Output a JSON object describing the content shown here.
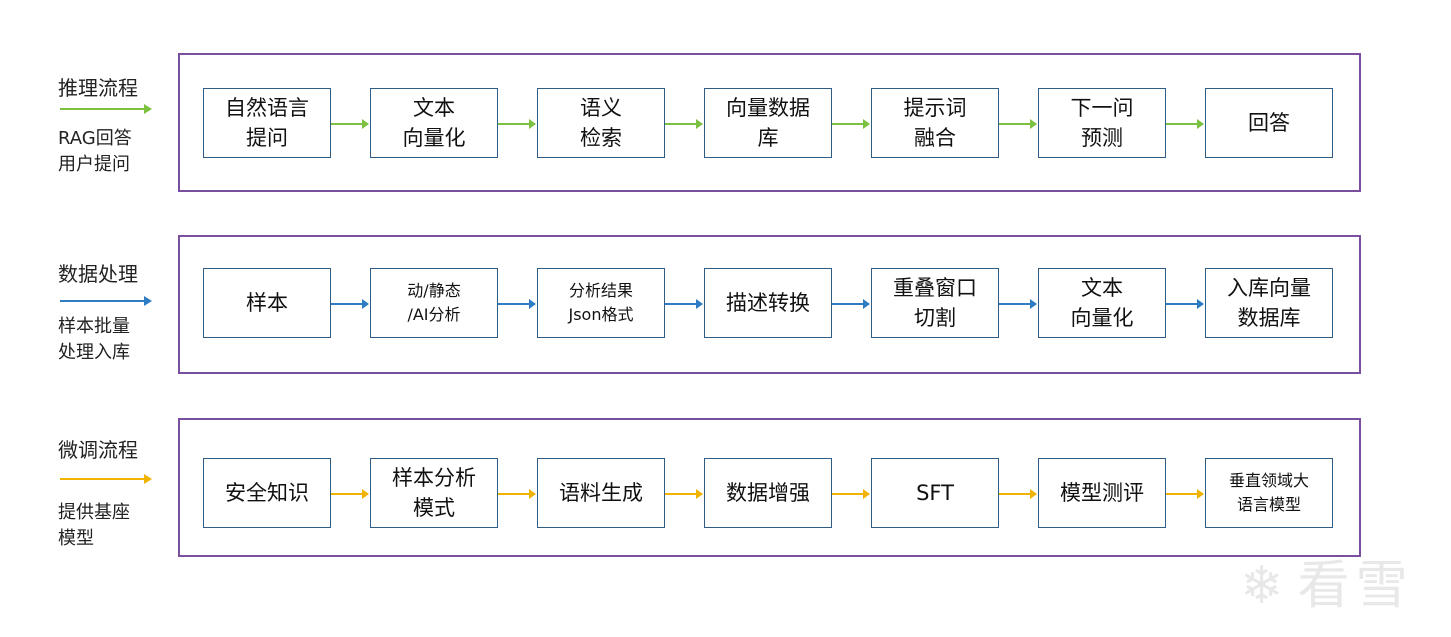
{
  "rows": [
    {
      "title": "推理流程",
      "sub": "RAG回答\n用户提问",
      "color": "#7dc142",
      "steps": [
        "自然语言\n提问",
        "文本\n向量化",
        "语义\n检索",
        "向量数据\n库",
        "提示词\n融合",
        "下一问\n预测",
        "回答"
      ]
    },
    {
      "title": "数据处理",
      "sub": "样本批量\n处理入库",
      "color": "#2e7cc4",
      "steps": [
        "样本",
        "动/静态\n/AI分析",
        "分析结果\nJson格式",
        "描述转换",
        "重叠窗口\n切割",
        "文本\n向量化",
        "入库向量\n数据库"
      ]
    },
    {
      "title": "微调流程",
      "sub": "提供基座\n模型",
      "color": "#f0b400",
      "steps": [
        "安全知识",
        "样本分析\n模式",
        "语料生成",
        "数据增强",
        "SFT",
        "模型测评",
        "垂直领域大\n语言模型"
      ]
    }
  ],
  "watermark": "看雪",
  "watermark_icon": "snowflake-icon"
}
